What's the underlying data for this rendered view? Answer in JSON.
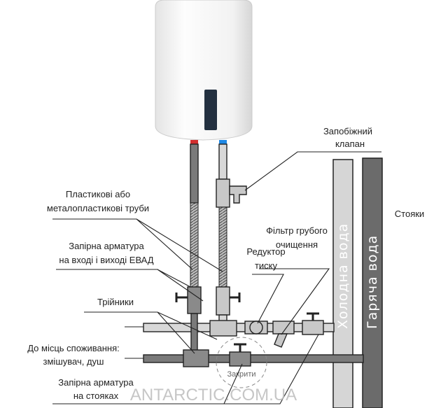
{
  "labels": {
    "safety_valve": [
      "Запобіжний",
      "клапан"
    ],
    "pipes": [
      "Пластикові або",
      "металопластикові труби"
    ],
    "filter": [
      "Фільтр грубого",
      "очищення"
    ],
    "reducer": [
      "Редуктор",
      "тиску"
    ],
    "risers": "Стояки",
    "shutoff_heater": [
      "Запірна арматура",
      "на вході і виході ЕВАД"
    ],
    "tees": "Трійники",
    "consumers": [
      "До місць споживання:",
      "змішувач, душ"
    ],
    "shutoff_risers": [
      "Запірна арматура",
      "на стояках"
    ],
    "close": "Закрити",
    "cold_water": "Холодна вода",
    "hot_water": "Гаряча вода"
  },
  "watermark": "ANTARCTIC.COM.UA",
  "colors": {
    "hot": "#d32f2f",
    "cold": "#1e88e5",
    "hot_riser": "#6b6b6b",
    "cold_riser": "#d6d6d6"
  }
}
